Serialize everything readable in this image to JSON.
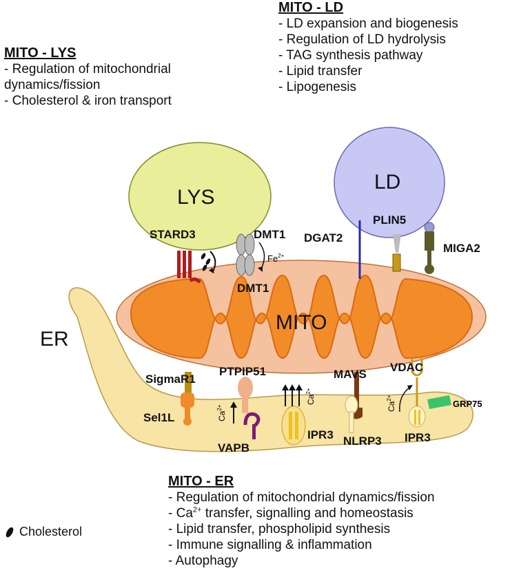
{
  "mito_lys": {
    "title": "MITO - LYS",
    "items": [
      "- Regulation of mitochondrial",
      "dynamics/fission",
      "- Cholesterol & iron transport"
    ]
  },
  "mito_ld": {
    "title": "MITO - LD",
    "items": [
      "- LD expansion and biogenesis",
      "- Regulation of LD hydrolysis",
      "- TAG synthesis pathway",
      "- Lipid transfer",
      "- Lipogenesis"
    ]
  },
  "mito_er": {
    "title": "MITO - ER",
    "item1": "- Regulation of mitochondrial dynamics/fission",
    "item2_pre": "- Ca",
    "item2_sup": "2+",
    "item2_post": " transfer, signalling and homeostasis",
    "item3": "- Lipid transfer, phospholipid synthesis",
    "item4": "- Immune signalling & inflammation",
    "item5": "- Autophagy"
  },
  "legend": {
    "cholesterol": "Cholesterol"
  },
  "organelles": {
    "lys": "LYS",
    "ld": "LD",
    "mito": "MITO",
    "er": "ER"
  },
  "proteins": {
    "stard3": "STARD3",
    "dmt1_top": "DMT1",
    "dmt1_bottom": "DMT1",
    "fe": "Fe",
    "fe_sup": "2+",
    "dgat2": "DGAT2",
    "plin5": "PLIN5",
    "miga2": "MIGA2",
    "sigmar1": "SigmaR1",
    "ptpip51": "PTPIP51",
    "mavs": "MAVS",
    "vdac": "VDAC",
    "sel1l": "Sel1L",
    "vapb": "VAPB",
    "ipr3_a": "IPR3",
    "nlrp3": "NLRP3",
    "ipr3_b": "IPR3",
    "grp75": "GRP75",
    "ca": "Ca",
    "ca_sup": "2+"
  },
  "colors": {
    "lys": "#e9ee9a",
    "ld": "#c8c8f5",
    "mito_outer": "#f5c2a0",
    "mito_inner": "#f28c28",
    "er": "#f8e4a4",
    "stard3": "#b01c1c",
    "vapb": "#7a1a7a",
    "miga2": "#5d5a2a",
    "grp75": "#39c46c",
    "mavs": "#7a3a10"
  }
}
